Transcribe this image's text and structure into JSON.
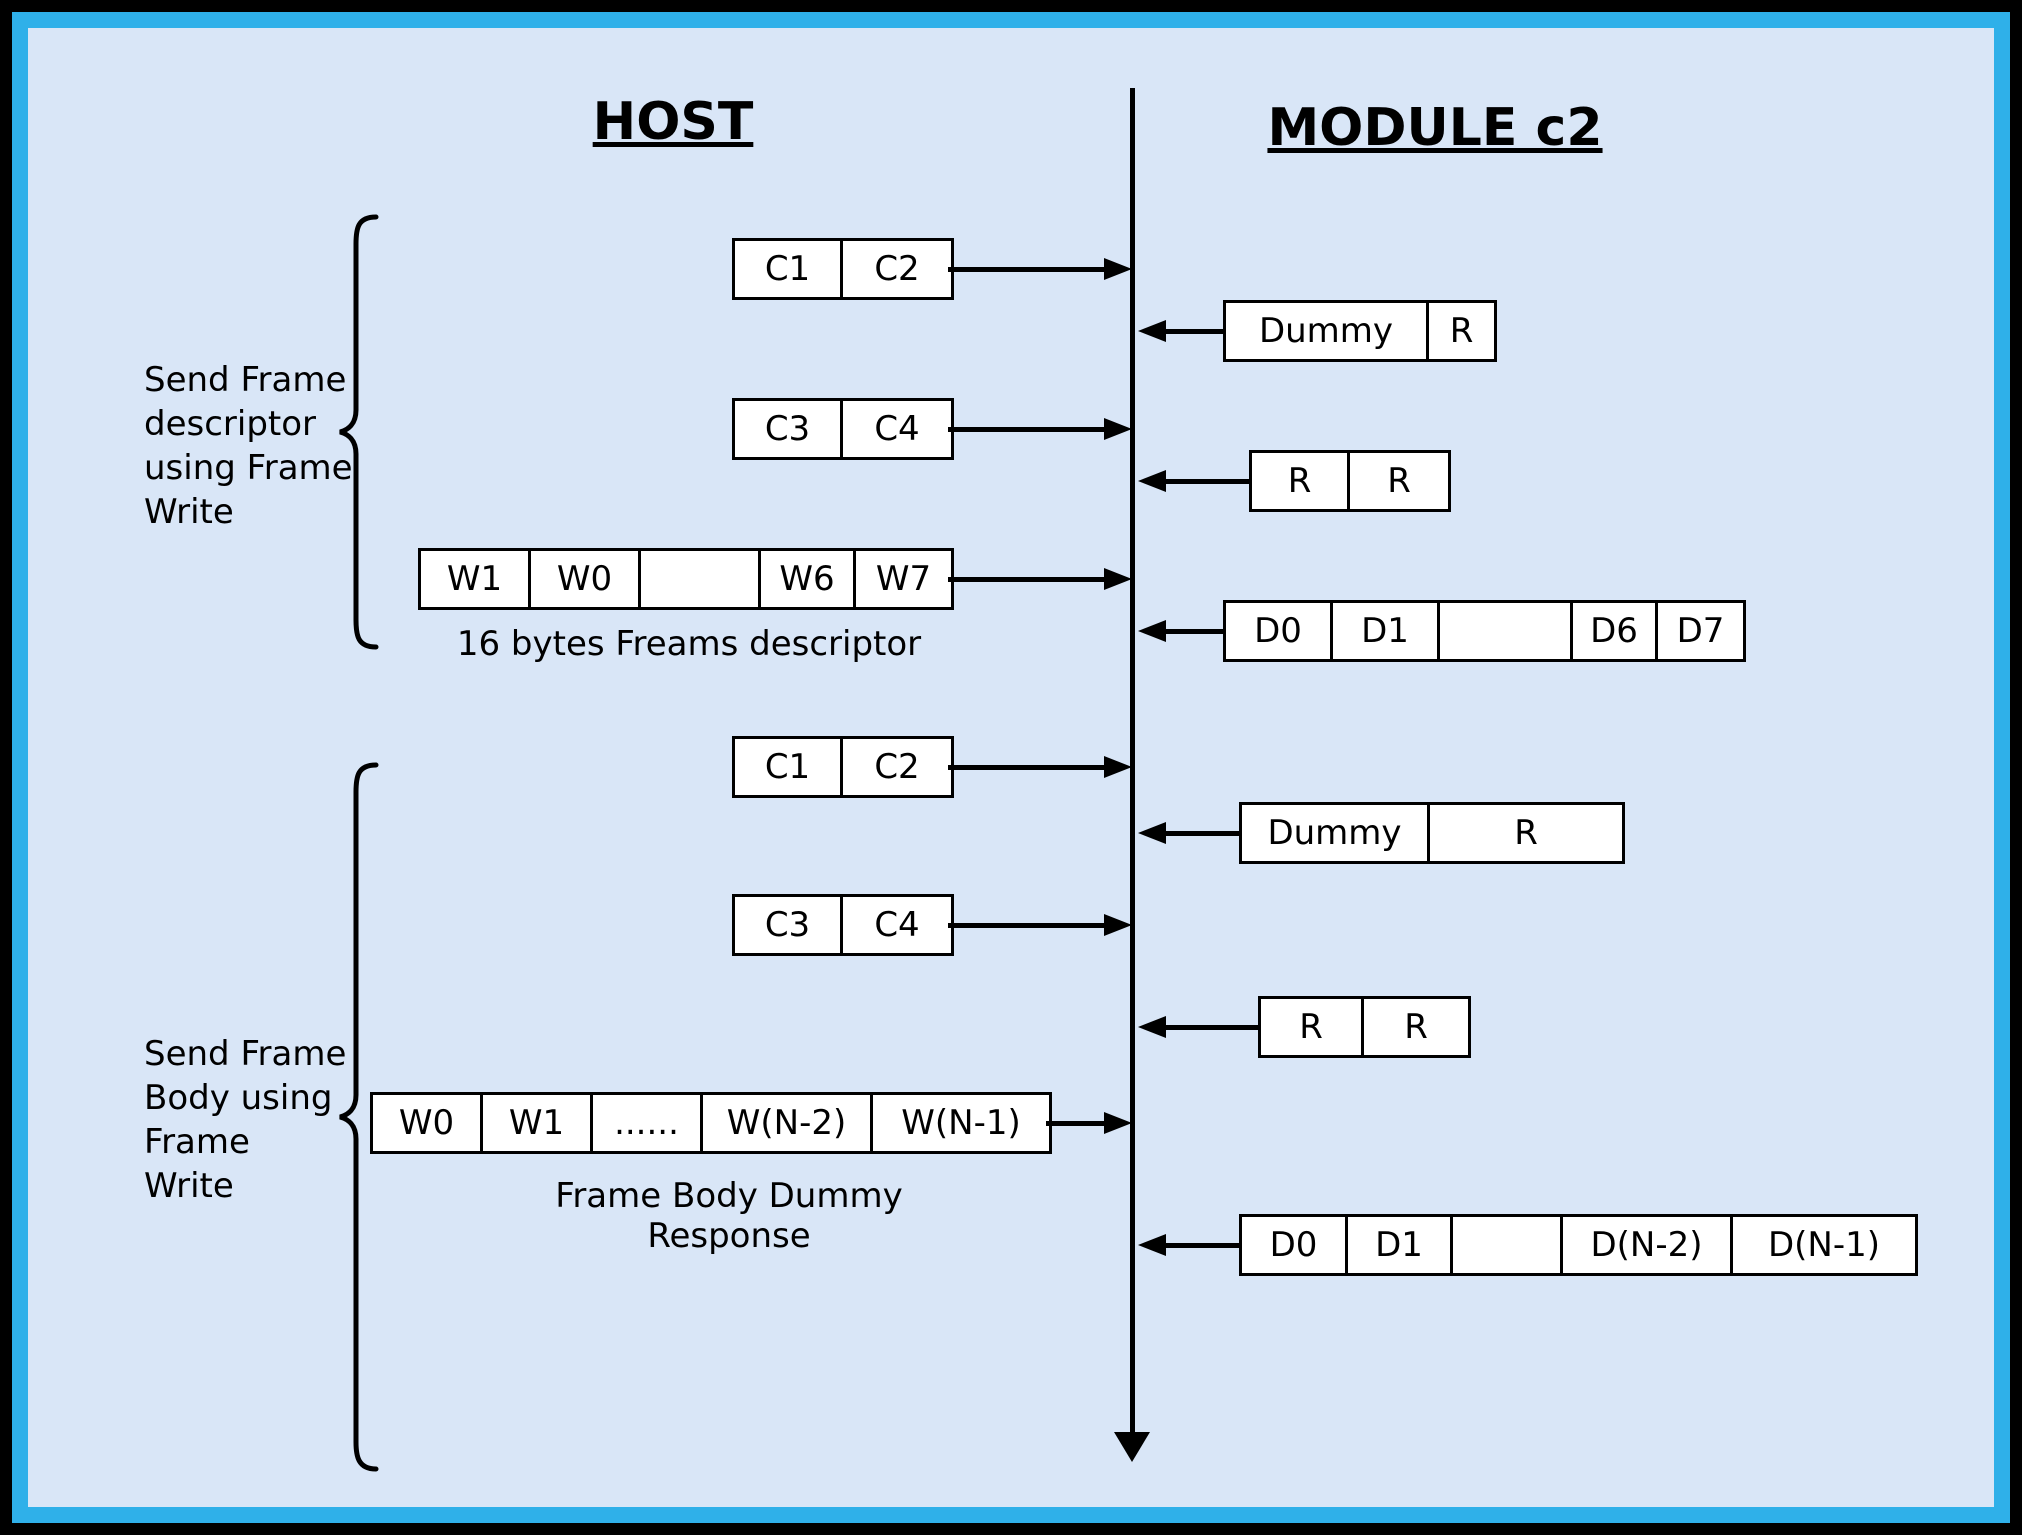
{
  "titles": {
    "host": "HOST",
    "module": "MODULE c2"
  },
  "side_labels": {
    "descriptor": "Send Frame\ndescriptor\nusing Frame\nWrite",
    "body": "Send Frame\nBody using\nFrame\nWrite"
  },
  "captions": {
    "descriptor": "16 bytes Freams descriptor",
    "body": "Frame Body Dummy Response"
  },
  "rows": [
    {
      "side": "host",
      "cells": [
        "C1",
        "C2"
      ]
    },
    {
      "side": "module",
      "cells": [
        "Dummy",
        "R"
      ]
    },
    {
      "side": "host",
      "cells": [
        "C3",
        "C4"
      ]
    },
    {
      "side": "module",
      "cells": [
        "R",
        "R"
      ]
    },
    {
      "side": "host",
      "cells": [
        "W1",
        "W0",
        "",
        "W6",
        "W7"
      ]
    },
    {
      "side": "module",
      "cells": [
        "D0",
        "D1",
        "",
        "D6",
        "D7"
      ]
    },
    {
      "side": "host",
      "cells": [
        "C1",
        "C2"
      ]
    },
    {
      "side": "module",
      "cells": [
        "Dummy",
        "R"
      ]
    },
    {
      "side": "host",
      "cells": [
        "C3",
        "C4"
      ]
    },
    {
      "side": "module",
      "cells": [
        "R",
        "R"
      ]
    },
    {
      "side": "host",
      "cells": [
        "W0",
        "W1",
        "......",
        "W(N-2)",
        "W(N-1)"
      ]
    },
    {
      "side": "module",
      "cells": [
        "D0",
        "D1",
        "",
        "D(N-2)",
        "D(N-1)"
      ]
    }
  ],
  "colors": {
    "background": "#d9e6f7",
    "frame_outer": "#000000",
    "frame_inner": "#2fb0e9",
    "box_fill": "#ffffff",
    "stroke": "#000000"
  }
}
